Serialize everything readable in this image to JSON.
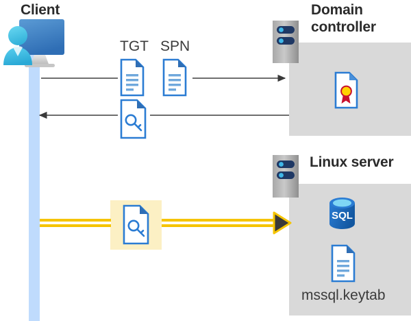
{
  "diagram": {
    "title_client": "Client",
    "title_domain_controller": "Domain\ncontroller",
    "title_linux_server": "Linux server",
    "label_tgt": "TGT",
    "label_spn": "SPN",
    "label_keytab_file": "mssql.keytab",
    "label_sql": "SQL"
  },
  "icons": {
    "client": "client-workstation-icon",
    "server_dc": "server-rack-icon",
    "server_linux": "server-rack-icon",
    "tgt_doc": "document-icon",
    "spn_doc": "document-icon",
    "ticket_key_doc": "key-document-icon",
    "keytab_key_doc": "key-document-icon",
    "certificate": "certificate-icon",
    "database": "sql-database-icon",
    "keytab_doc": "document-icon"
  },
  "arrows": [
    {
      "name": "arrow-client-to-dc",
      "direction": "right",
      "color": "#595959",
      "style": "solid-thin"
    },
    {
      "name": "arrow-dc-to-client",
      "direction": "left",
      "color": "#595959",
      "style": "solid-thin"
    },
    {
      "name": "arrow-client-to-linux",
      "direction": "right",
      "color": "#f5c400",
      "style": "double-line-highlight"
    }
  ],
  "colors": {
    "panel_gray": "#d9d9d9",
    "lifeline_blue": "#bfdbfd",
    "arrow_gray": "#595959",
    "arrow_yellow": "#f5c400",
    "highlight_yellow": "#fcf0c4",
    "doc_blue": "#2b7cd3",
    "doc_blue_dark": "#1f6bbd",
    "text_dark": "#2b2b2b",
    "sql_blue": "#1b66b3",
    "cert_gold": "#ffd200",
    "cert_red": "#c8102e"
  }
}
